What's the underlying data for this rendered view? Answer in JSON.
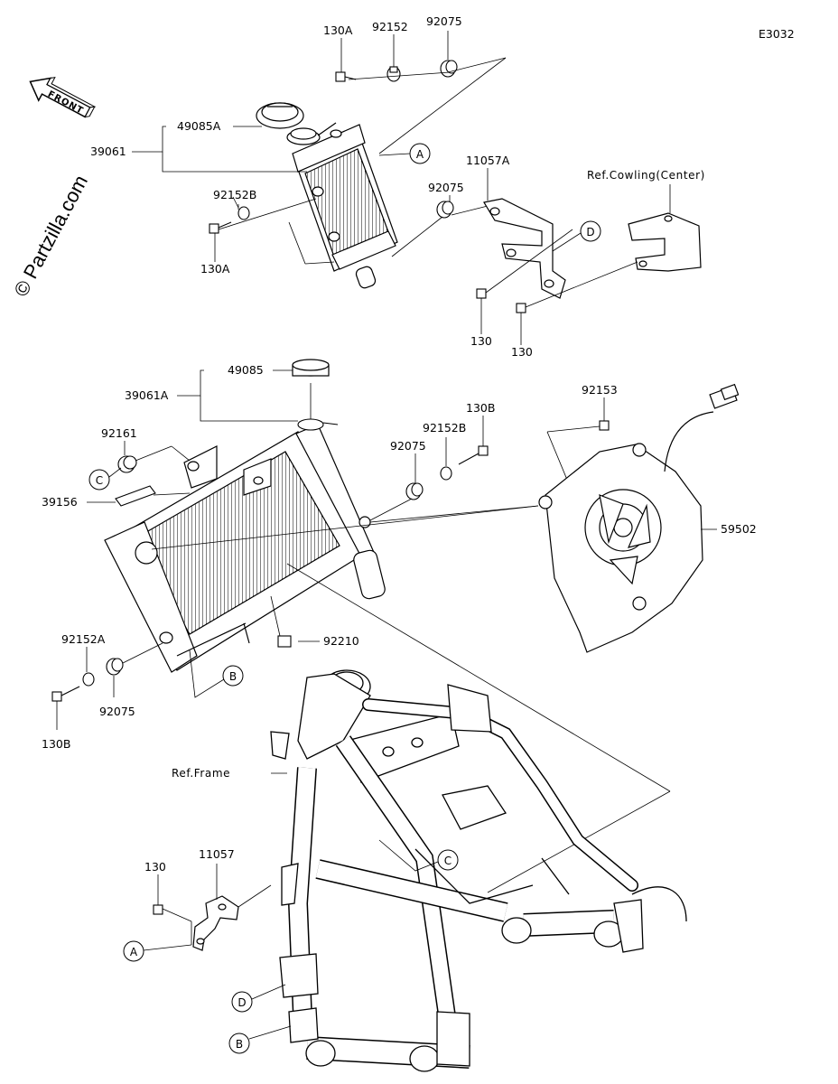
{
  "diagram_code": "E3032",
  "watermark": "© Partzilla.com",
  "front_label": "FRONT",
  "parts": {
    "p130A_top": "130A",
    "p92152_top": "92152",
    "p92075_top": "92075",
    "p49085A": "49085A",
    "p39061": "39061",
    "p92152B_left": "92152B",
    "p130A_left": "130A",
    "p92075_mid": "92075",
    "p11057A": "11057A",
    "p130_a": "130",
    "p130_b": "130",
    "p49085": "49085",
    "p39061A": "39061A",
    "p92161": "92161",
    "p39156": "39156",
    "p92153": "92153",
    "p130B_right": "130B",
    "p92152B_right": "92152B",
    "p92075_right": "92075",
    "p59502": "59502",
    "p92210": "92210",
    "p92152A": "92152A",
    "p92075_low": "92075",
    "p130B_low": "130B",
    "p130_low": "130",
    "p11057": "11057"
  },
  "refs": {
    "cowling": "Ref.Cowling(Center)",
    "frame": "Ref.Frame"
  },
  "callouts": {
    "A": "A",
    "B": "B",
    "C": "C",
    "D": "D"
  }
}
